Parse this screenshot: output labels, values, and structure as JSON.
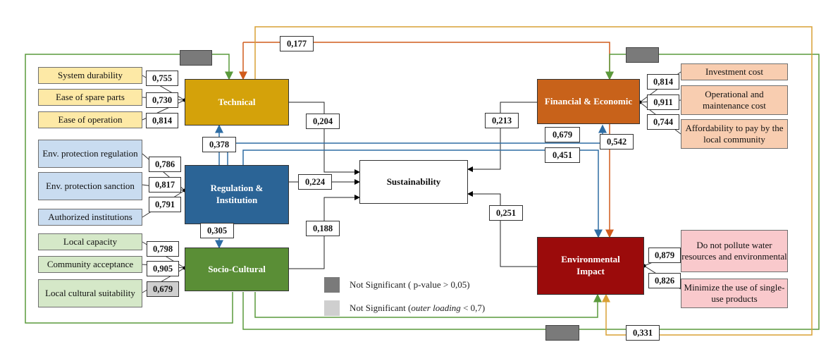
{
  "constructs": {
    "technical": "Technical",
    "regulation": "Regulation & Institution",
    "socio": "Socio-Cultural",
    "financial": "Financial & Economic",
    "environmental": "Environmental Impact",
    "sustainability": "Sustainability"
  },
  "indicators": {
    "technical": [
      "System durability",
      "Ease of spare parts",
      "Ease of operation"
    ],
    "regulation": [
      "Env. protection regulation",
      "Env. protection sanction",
      "Authorized institutions"
    ],
    "socio": [
      "Local capacity",
      "Community acceptance",
      "Local cultural suitability"
    ],
    "financial": [
      "Investment cost",
      "Operational and maintenance cost",
      "Affordability to pay by the local community"
    ],
    "environmental": [
      "Do not pollute water resources and environmental",
      "Minimize the use of single-use products"
    ]
  },
  "loadings": {
    "technical": [
      "0,755",
      "0,730",
      "0,814"
    ],
    "regulation": [
      "0,786",
      "0,817",
      "0,791"
    ],
    "socio": [
      "0,798",
      "0,905",
      "0,679"
    ],
    "financial": [
      "0,814",
      "0,911",
      "0,744"
    ],
    "environmental": [
      "0,879",
      "0,826"
    ]
  },
  "paths": {
    "tech_fin": "0,177",
    "tech_sust": "0,204",
    "reg_tech": "0,378",
    "reg_sust": "0,224",
    "reg_soc": "0,305",
    "soc_sust": "0,188",
    "fin_sust": "0,213",
    "reg_fin": "0,679",
    "reg_env": "0,451",
    "fin_env": "0,542",
    "env_sust": "0,251",
    "tech_env": "0,331"
  },
  "legend": {
    "p_value": "Not Significant ( p-value > 0,05)",
    "outer_prefix": "Not Significant (",
    "outer_term": "outer loading",
    "outer_suffix": " < 0,7)"
  },
  "colors": {
    "technical": "#d4a20a",
    "regulation": "#2b6496",
    "socio": "#5a8e36",
    "financial": "#c8621a",
    "environmental": "#9b0b0b",
    "not_significant": "#7a7a7a",
    "outer_loading": "#cfcfcf"
  }
}
